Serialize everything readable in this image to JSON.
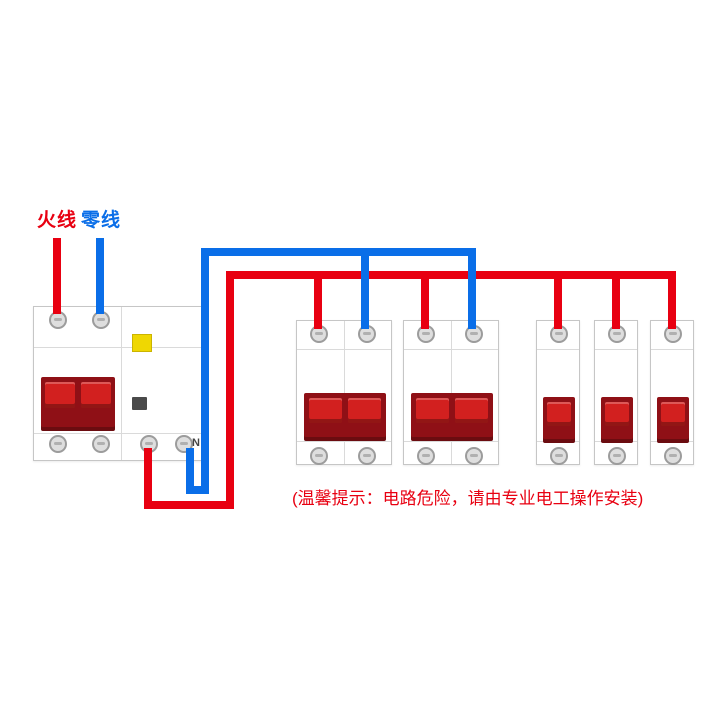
{
  "labels": {
    "live_wire": "火线",
    "neutral_wire": "零线",
    "neutral_terminal": "N",
    "warning_note": "(温馨提示：电路危险，请由专业电工操作安装)"
  },
  "colors": {
    "live-wire": "#e80011",
    "neutral-wire": "#0a6ee8",
    "switch-base": "#8f1016",
    "switch-rocker": "#d2201f",
    "indicator-yellow": "#efd702",
    "status-window": "#4a4a4a",
    "breaker-border": "#c6c6c6",
    "breaker-line": "#dadada",
    "terminal-ring": "#9c9c9c",
    "terminal-fill": "#dedede",
    "warning-text": "#e80011",
    "n-label": "#444444"
  },
  "diagram": {
    "main_breaker_poles": 2,
    "branch_breakers_2pole": 2,
    "branch_breakers_1pole": 3
  }
}
